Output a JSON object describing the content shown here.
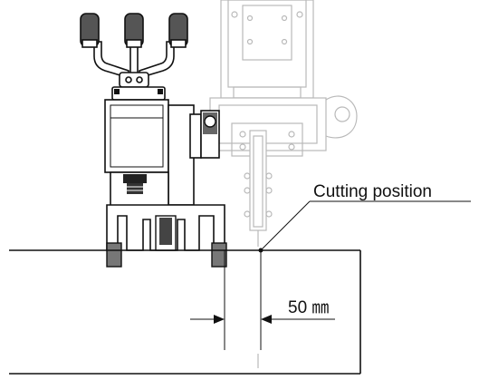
{
  "labels": {
    "cutting_position": "Cutting position",
    "distance": "50 ㎜"
  },
  "colors": {
    "line": "#111111",
    "ghost": "#b9b9b9",
    "dark_gray": "#7a7a7a",
    "background": "#ffffff"
  },
  "icons": {
    "machine": "cutting-machine-icon",
    "ghost_machine": "ghost-machine-outline"
  }
}
